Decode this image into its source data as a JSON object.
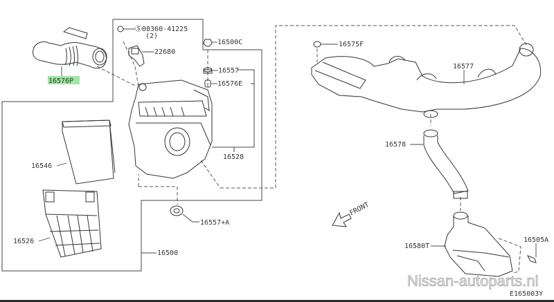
{
  "diagram": {
    "title": "Air cleaner / intake duct parts diagram",
    "diagram_code": "E165003Y",
    "watermark": "Nissan-autoparts.nl",
    "direction_label": "FRONT",
    "highlight_color": "#9fe7a4",
    "parts": [
      {
        "id": "p16576P",
        "number": "16576P",
        "description": "air duct hose",
        "highlighted": true
      },
      {
        "id": "p08360",
        "number": "Ⓢ08360-41225",
        "qty": "(2)",
        "description": "screw"
      },
      {
        "id": "p22680",
        "number": "22680",
        "description": "air flow sensor"
      },
      {
        "id": "p16500C",
        "number": "16500C",
        "description": "bolt"
      },
      {
        "id": "p16557",
        "number": "16557",
        "description": "grommet"
      },
      {
        "id": "p16576E",
        "number": "16576E",
        "description": "collar"
      },
      {
        "id": "p16528",
        "number": "16528",
        "description": "air cleaner body"
      },
      {
        "id": "p16546",
        "number": "16546",
        "description": "air filter element"
      },
      {
        "id": "p16526",
        "number": "16526",
        "description": "air cleaner lower case"
      },
      {
        "id": "p16557A",
        "number": "16557+A",
        "description": "grommet"
      },
      {
        "id": "p16500",
        "number": "16500",
        "description": "air cleaner assembly"
      },
      {
        "id": "p16575F",
        "number": "16575F",
        "description": "clip"
      },
      {
        "id": "p16577",
        "number": "16577",
        "description": "air inlet duct"
      },
      {
        "id": "p16578",
        "number": "16578",
        "description": "duct hose"
      },
      {
        "id": "p16580T",
        "number": "16580T",
        "description": "resonator"
      },
      {
        "id": "p16505A",
        "number": "16505A",
        "description": "bolt"
      }
    ]
  }
}
